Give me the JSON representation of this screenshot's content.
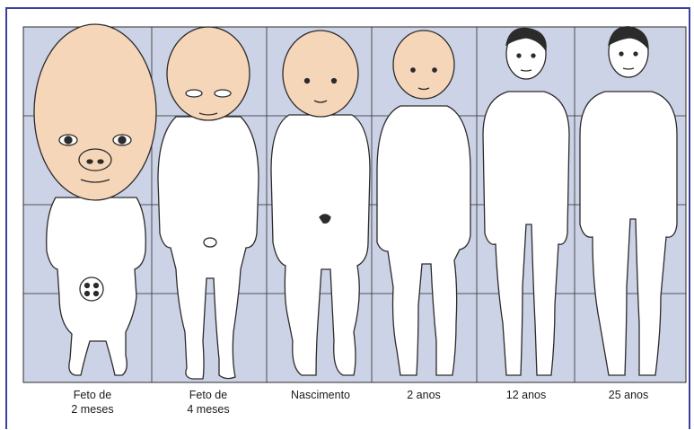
{
  "figure": {
    "grid_color": "#cdd3e6",
    "line_color": "#2b2b2b",
    "head_fill": "#f6d6b8",
    "body_fill": "#ffffff",
    "captions": [
      {
        "line1": "Feto de",
        "line2": "2 meses"
      },
      {
        "line1": "Feto de",
        "line2": "4 meses"
      },
      {
        "line1": "Nascimento",
        "line2": ""
      },
      {
        "line1": "2 anos",
        "line2": ""
      },
      {
        "line1": "12 anos",
        "line2": ""
      },
      {
        "line1": "25 anos",
        "line2": ""
      }
    ]
  }
}
